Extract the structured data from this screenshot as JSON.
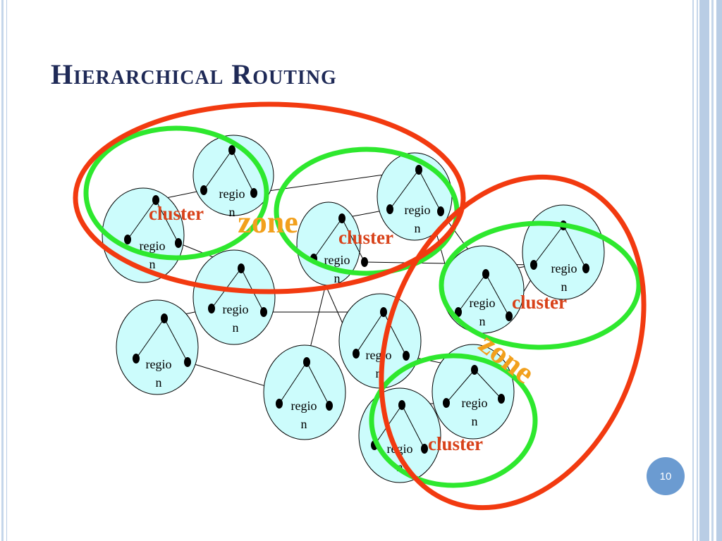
{
  "slide": {
    "title": "Hierarchical Routing",
    "page_number": "10"
  },
  "regions": [
    {
      "id": "r1",
      "label_top": "regio",
      "label_bottom": "n"
    },
    {
      "id": "r2",
      "label_top": "regio",
      "label_bottom": "n"
    },
    {
      "id": "r3",
      "label_top": "regio",
      "label_bottom": "n"
    },
    {
      "id": "r4",
      "label_top": "regio",
      "label_bottom": "n"
    },
    {
      "id": "r5",
      "label_top": "regio",
      "label_bottom": "n"
    },
    {
      "id": "r6",
      "label_top": "regio",
      "label_bottom": "n"
    },
    {
      "id": "r7",
      "label_top": "regio",
      "label_bottom": "n"
    },
    {
      "id": "r8",
      "label_top": "regio",
      "label_bottom": "n"
    },
    {
      "id": "r9",
      "label_top": "regio",
      "label_bottom": "n"
    },
    {
      "id": "r10",
      "label_top": "regio",
      "label_bottom": "n"
    },
    {
      "id": "r11",
      "label_top": "regio",
      "label_bottom": "n"
    },
    {
      "id": "r12",
      "label_top": "regio",
      "label_bottom": "n"
    },
    {
      "id": "r13",
      "label_top": "regio",
      "label_bottom": "n"
    }
  ],
  "cluster_labels": [
    "cluster",
    "cluster",
    "cluster",
    "cluster"
  ],
  "zone_labels": [
    "zone",
    "zone"
  ],
  "colors": {
    "title": "#1f2a57",
    "region_fill": "#ccfcfc",
    "cluster_ring": "#2ee82e",
    "zone_ring": "#f23a10",
    "cluster_text": "#d8421a",
    "zone_text": "#f2a01c",
    "badge": "#6b9bd1"
  }
}
